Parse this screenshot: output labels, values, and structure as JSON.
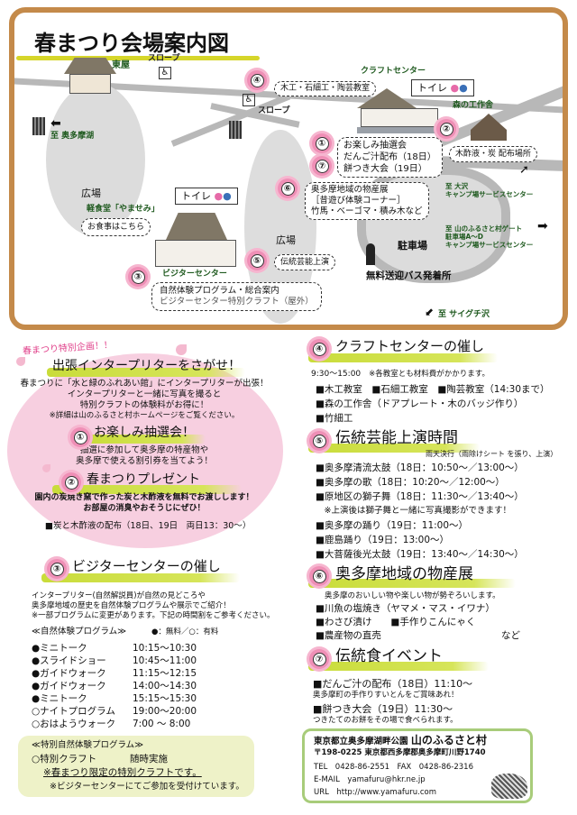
{
  "map": {
    "title": "春まつり会場案内図",
    "azumaya": "東屋",
    "slope1": "スロープ",
    "slope2": "スロープ",
    "to_okutamako": "至 奥多摩湖",
    "hiroba1": "広場",
    "hiroba2": "広場",
    "yamasemi": "軽食堂「やませみ」",
    "meal": "お食事はこちら",
    "visitor_center": "ビジターセンター",
    "toilet": "トイレ",
    "toilet2": "トイレ",
    "craft_center": "クラフトセンター",
    "mori": "森の工作舎",
    "n1": "①",
    "n2": "②",
    "n3": "③",
    "n4": "④",
    "n5": "⑤",
    "n6": "⑥",
    "n7": "⑦",
    "box4": "木工・石細工・陶芸教室",
    "box1": [
      "お楽しみ抽選会",
      "だんご汁配布（18日）",
      "餅つき大会（19日）"
    ],
    "box2": "木酢液・炭 配布場所",
    "box6": [
      "奥多摩地域の物産展",
      "［昔遊び体験コーナー］",
      "竹馬・ベーゴマ・積み木など"
    ],
    "box5": "伝統芸能上演",
    "box3": [
      "自然体験プログラム・総合案内",
      "ビジターセンター特別クラフト（屋外）"
    ],
    "to_camp1": [
      "至 大沢",
      "キャンプ場サービスセンター"
    ],
    "to_gate": [
      "至 山のふるさと村ゲート",
      "駐車場A～D",
      "キャンプ場サービスセンター"
    ],
    "parking": "駐車場",
    "bus": "無料送迎バス発着所",
    "to_saiguchi": "至 サイグチ沢"
  },
  "special": {
    "tag": "春まつり特別企画！！",
    "title": "出張インタープリターをさがせ！",
    "lines": [
      "春まつりに「水と緑のふれあい館」にインタープリターが出張！",
      "インタープリターと一緒に写真を撮ると",
      "特別クラフトの体験料がお得に！"
    ],
    "note": "※詳細は山のふるさと村ホームページをご覧ください。",
    "s1_num": "①",
    "s1_title": "お楽しみ抽選会！",
    "s1_lines": [
      "抽選に参加して奥多摩の特産物や",
      "奥多摩で使える割引券を当てよう！"
    ],
    "s2_num": "②",
    "s2_title": "春まつりプレゼント",
    "s2_lines": [
      "園内の炭焼き窯で作った炭と木酢液を無料でお渡しします！",
      "お部屋の消臭やおそうじにぜひ！"
    ],
    "s2_item": "■炭と木酢液の配布（18日、19日　両日13：30～）"
  },
  "visitor": {
    "num": "③",
    "title": "ビジターセンターの催し",
    "lines": [
      "インタープリター(自然解説員)が自然の見どころや",
      "奥多摩地域の歴史を自然体験プログラムや展示でご紹介！",
      "※一部プログラムに変更があります。下記の時間割をご参考ください。"
    ],
    "program_header": "≪自然体験プログラム≫",
    "legend": "●：無料／○：有料",
    "programs": [
      {
        "name": "●ミニトーク",
        "time": "10:15～10:30"
      },
      {
        "name": "●スライドショー",
        "time": "10:45～11:00"
      },
      {
        "name": "●ガイドウォーク",
        "time": "11:15～12:15"
      },
      {
        "name": "●ガイドウォーク",
        "time": "14:00～14:30"
      },
      {
        "name": "●ミニトーク",
        "time": "15:15～15:30"
      },
      {
        "name": "○ナイトプログラム",
        "time": "19:00～20:00"
      },
      {
        "name": "○おはようウォーク",
        "time": "7:00 ～ 8:00"
      }
    ],
    "special_header": "≪特別自然体験プログラム≫",
    "special_name": "○特別クラフト",
    "special_time": "随時実施",
    "special_note": "※春まつり限定の特別クラフトです。",
    "special_reception": "※ビジターセンターにてご参加を受付けています。"
  },
  "craft": {
    "num": "④",
    "title": "クラフトセンターの催し",
    "time": "9:30～15:00",
    "note": "※各教室とも材料費がかかります。",
    "items": [
      "■木工教室　■石細工教室　■陶芸教室（14:30まで）",
      "■森の工作舎（ドアプレート・木のバッジ作り）",
      "■竹細工"
    ]
  },
  "performing": {
    "num": "⑤",
    "title": "伝統芸能上演時間",
    "rain": "雨天決行（雨除けシート を張り、上演）",
    "items": [
      "■奥多摩清流太鼓（18日：10:50～／13:00～）",
      "■奥多摩の歌（18日：10:20～／12:00～）",
      "■原地区の獅子舞（18日：11:30～／13:40～）",
      "　※上演後は獅子舞と一緒に写真撮影ができます！",
      "■奥多摩の踊り（19日：11:00～）",
      "■鹿島踊り（19日：13:00～）",
      "■大菩薩後光太鼓（19日：13:40～／14:30～）"
    ]
  },
  "products": {
    "num": "⑥",
    "title": "奥多摩地域の物産展",
    "intro": "奥多摩のおいしい物や楽しい物が勢ぞろいします。",
    "items": [
      "■川魚の塩焼き（ヤマメ・マス・イワナ）",
      "■わさび漬け　　■手作りこんにゃく",
      "■農産物の直売"
    ],
    "etc": "など"
  },
  "food": {
    "num": "⑦",
    "title": "伝統食イベント",
    "item1": "■だんご汁の配布（18日）11:10～",
    "item1_note": "奥多摩町の手作りすいとんをご賞味あれ！",
    "item2": "■餅つき大会（19日）11:30～",
    "item2_note": "つきたてのお餅をその場で食べられます。"
  },
  "contact": {
    "org": "東京都立奥多摩湖畔公園",
    "name": "山のふるさと村",
    "address": "〒198-0225 東京都西多摩郡奥多摩町川野1740",
    "tel": "TEL　0428-86-2551　FAX　0428-86-2316",
    "email": "E-MAIL　yamafuru@hkr.ne.jp",
    "url": "URL　http://www.yamafuru.com"
  },
  "colors": {
    "frame": "#c48a4a",
    "pink": "#f7cfe0",
    "green_brush": "#c9dc3a",
    "contact_border": "#a8cc7a",
    "special_bg": "#eef2c8"
  }
}
